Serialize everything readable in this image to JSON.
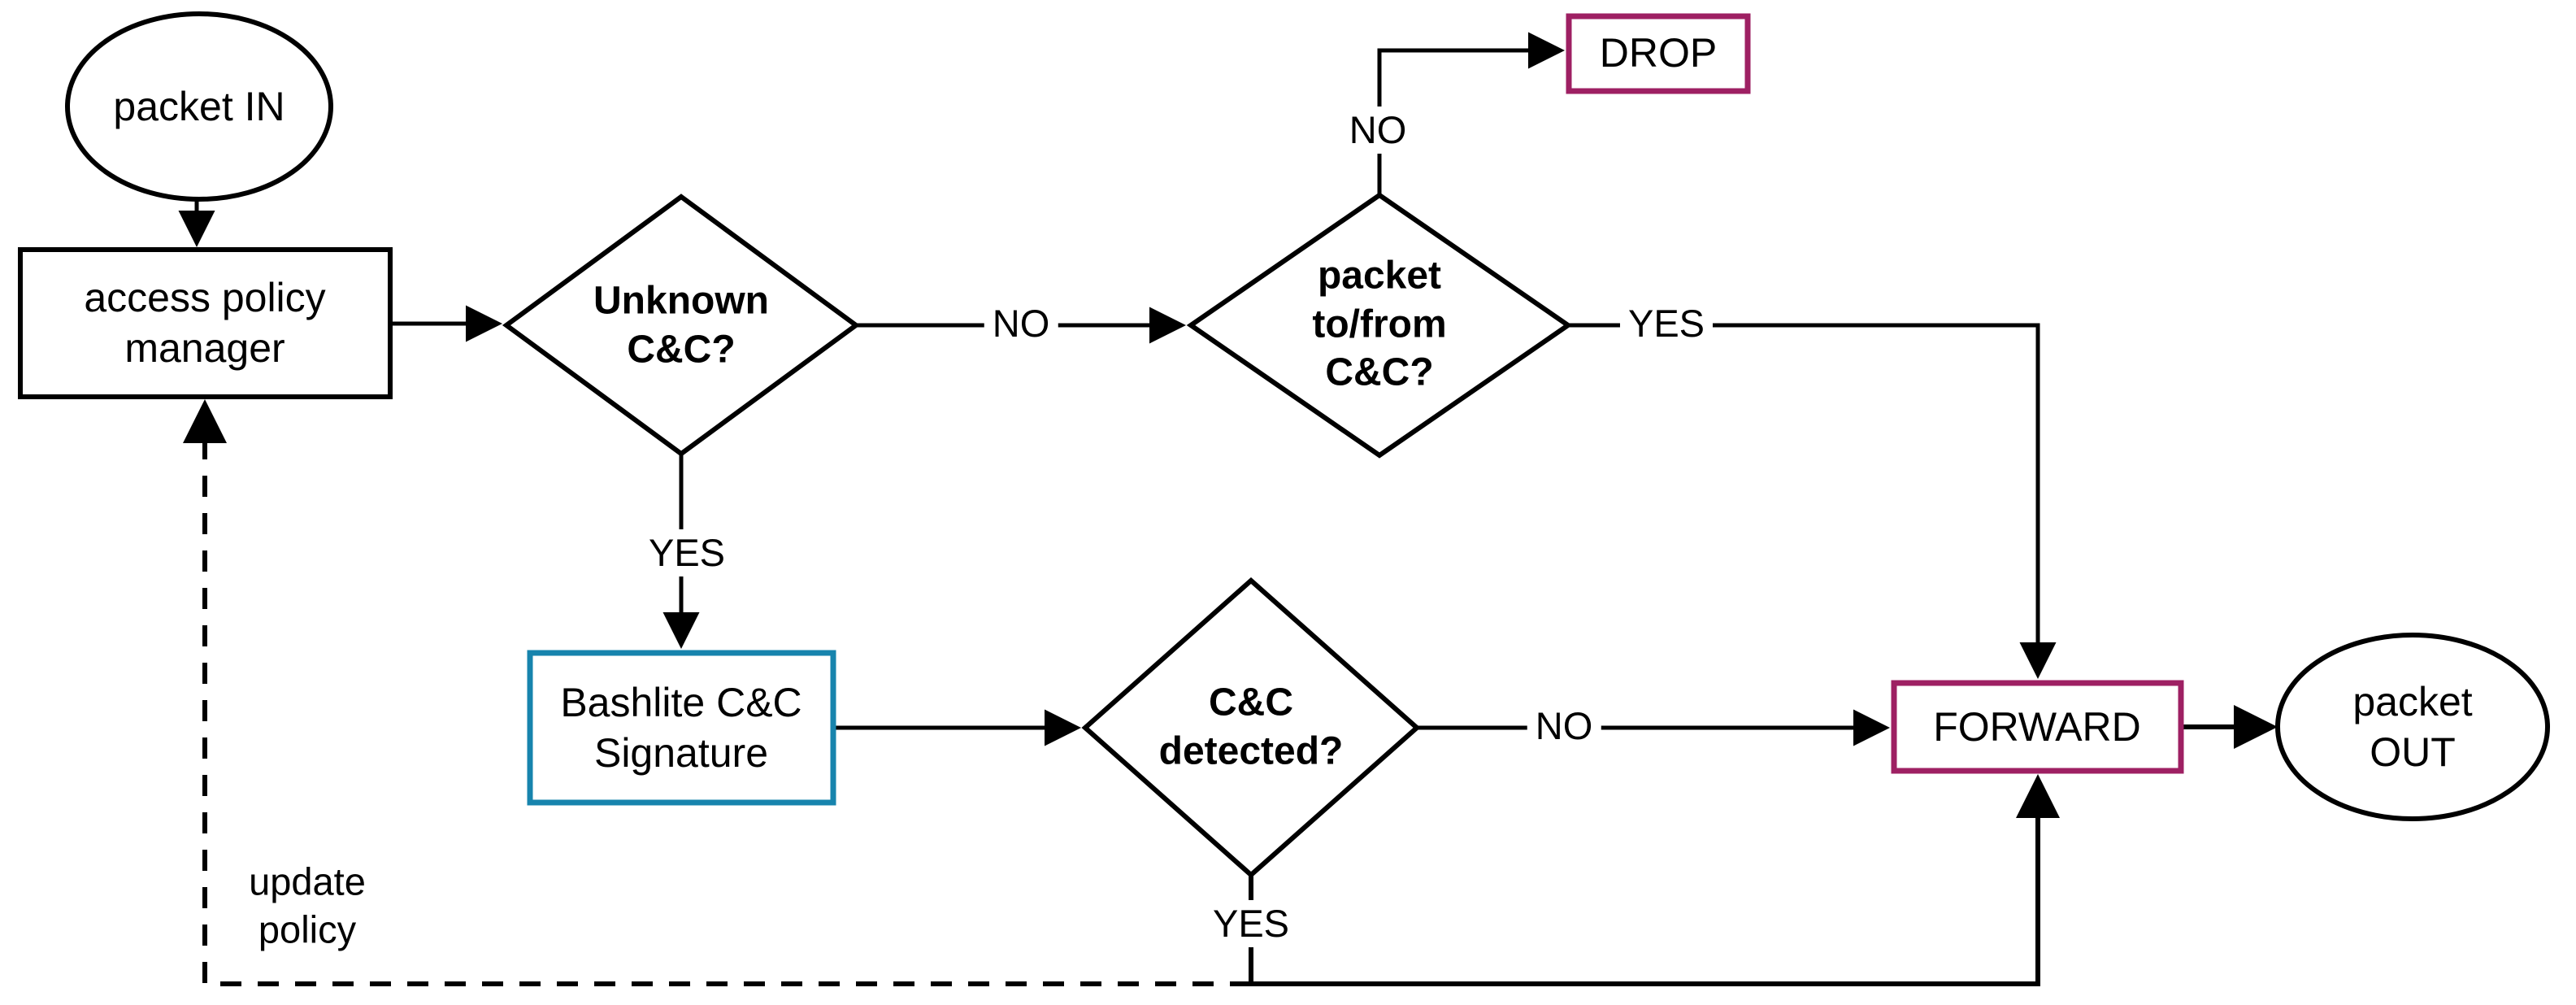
{
  "diagram": {
    "type": "flowchart",
    "background": "#ffffff",
    "colors": {
      "line": "#000000",
      "terminal_accent": "#9e2063",
      "signature_accent": "#1784ad"
    },
    "nodes": {
      "packet_in": {
        "label": "packet IN",
        "shape": "ellipse"
      },
      "access_policy_manager": {
        "label": "access policy\nmanager",
        "shape": "rect"
      },
      "unknown_cc": {
        "label": "Unknown\nC&C?",
        "shape": "diamond"
      },
      "drop": {
        "label": "DROP",
        "shape": "rect"
      },
      "packet_to_from_cc": {
        "label": "packet\nto/from\nC&C?",
        "shape": "diamond"
      },
      "bashlite_signature": {
        "label": "Bashlite C&C\nSignature",
        "shape": "rect"
      },
      "cc_detected": {
        "label": "C&C\ndetected?",
        "shape": "diamond"
      },
      "forward": {
        "label": "FORWARD",
        "shape": "rect"
      },
      "packet_out": {
        "label": "packet OUT",
        "shape": "ellipse"
      }
    },
    "edge_labels": {
      "unknown_no": "NO",
      "unknown_yes": "YES",
      "to_from_no": "NO",
      "to_from_yes": "YES",
      "detected_no": "NO",
      "detected_yes": "YES",
      "update_policy": "update\npolicy"
    }
  }
}
